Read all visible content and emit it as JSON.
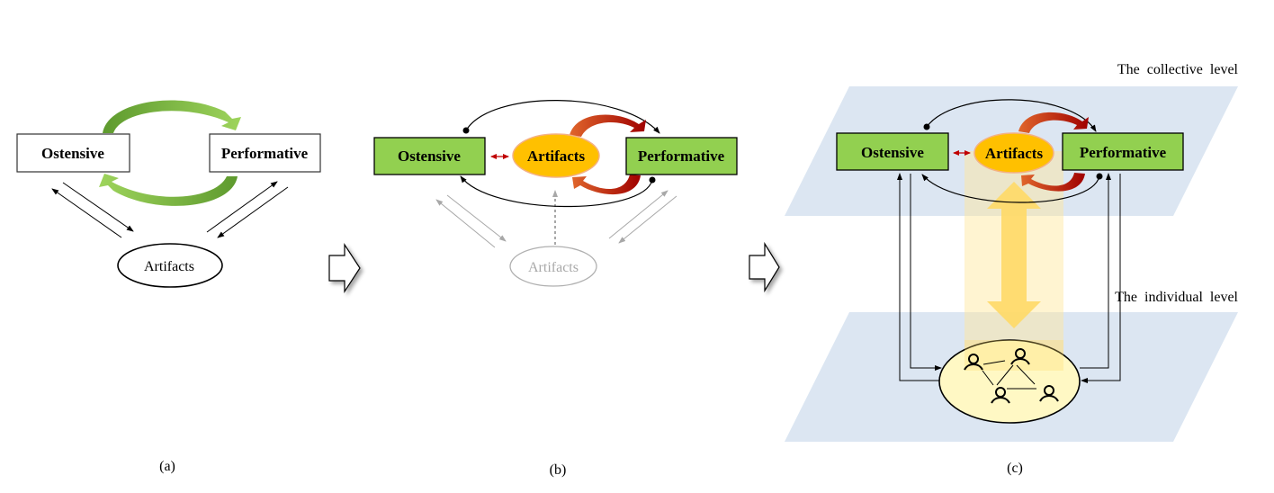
{
  "panels": {
    "a": {
      "caption": "(a)",
      "ostensive": "Ostensive",
      "performative": "Performative",
      "artifacts": "Artifacts",
      "loop_color": "#7db544"
    },
    "b": {
      "caption": "(b)",
      "ostensive": "Ostensive",
      "performative": "Performative",
      "artifacts_center": "Artifacts",
      "artifacts_faded": "Artifacts",
      "box_fill": "#92d050",
      "artifact_fill": "#ffc000",
      "loop_color": "#c0392b",
      "faded_color": "#a8a8a8"
    },
    "c": {
      "caption": "(c)",
      "collective_level": "The collective level",
      "individual_level": "The individual level",
      "ostensive": "Ostensive",
      "performative": "Performative",
      "artifacts": "Artifacts",
      "plane_color": "#dce6f2",
      "group_fill": "#fff8c4",
      "arrow_color": "#ffd966",
      "people_icons": [
        "person-icon",
        "person-icon",
        "person-icon",
        "person-icon"
      ]
    }
  },
  "transition_arrows": [
    "block-arrow-right",
    "block-arrow-right"
  ]
}
